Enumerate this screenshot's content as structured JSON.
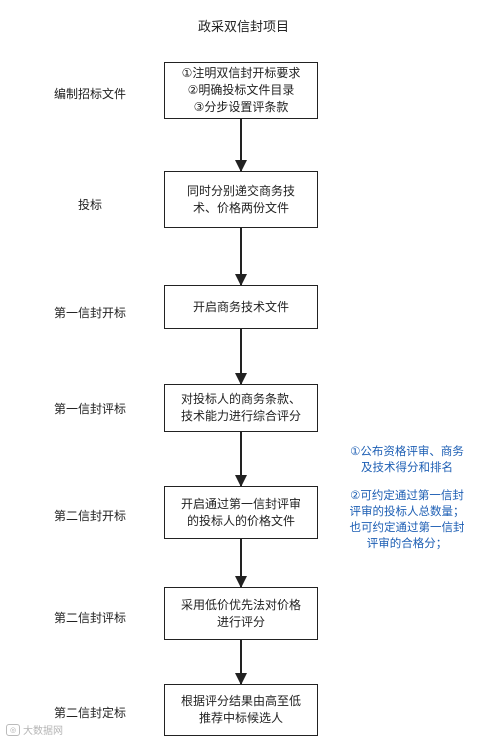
{
  "title": "政采双信封项目",
  "steps": [
    {
      "label": "编制招标文件",
      "box": [
        "①注明双信封开标要求",
        "②明确投标文件目录",
        "③分步设置评条款"
      ]
    },
    {
      "label": "投标",
      "box": [
        "同时分别递交商务技",
        "术、价格两份文件"
      ]
    },
    {
      "label": "第一信封开标",
      "box": [
        "开启商务技术文件"
      ]
    },
    {
      "label": "第一信封评标",
      "box": [
        "对投标人的商务条款、",
        "技术能力进行综合评分"
      ]
    },
    {
      "label": "第二信封开标",
      "box": [
        "开启通过第一信封评审",
        "的投标人的价格文件"
      ]
    },
    {
      "label": "第二信封评标",
      "box": [
        "采用低价优先法对价格",
        "进行评分"
      ]
    },
    {
      "label": "第二信封定标",
      "box": [
        "根据评分结果由高至低",
        "推荐中标候选人"
      ]
    }
  ],
  "note": {
    "para1": [
      "①公布资格评审、商务",
      "及技术得分和排名"
    ],
    "para2": [
      "②可约定通过第一信封",
      "评审的投标人总数量；",
      "也可约定通过第一信封",
      "评审的合格分；"
    ],
    "color": "#1e5fb4"
  },
  "watermark": "大数据网"
}
